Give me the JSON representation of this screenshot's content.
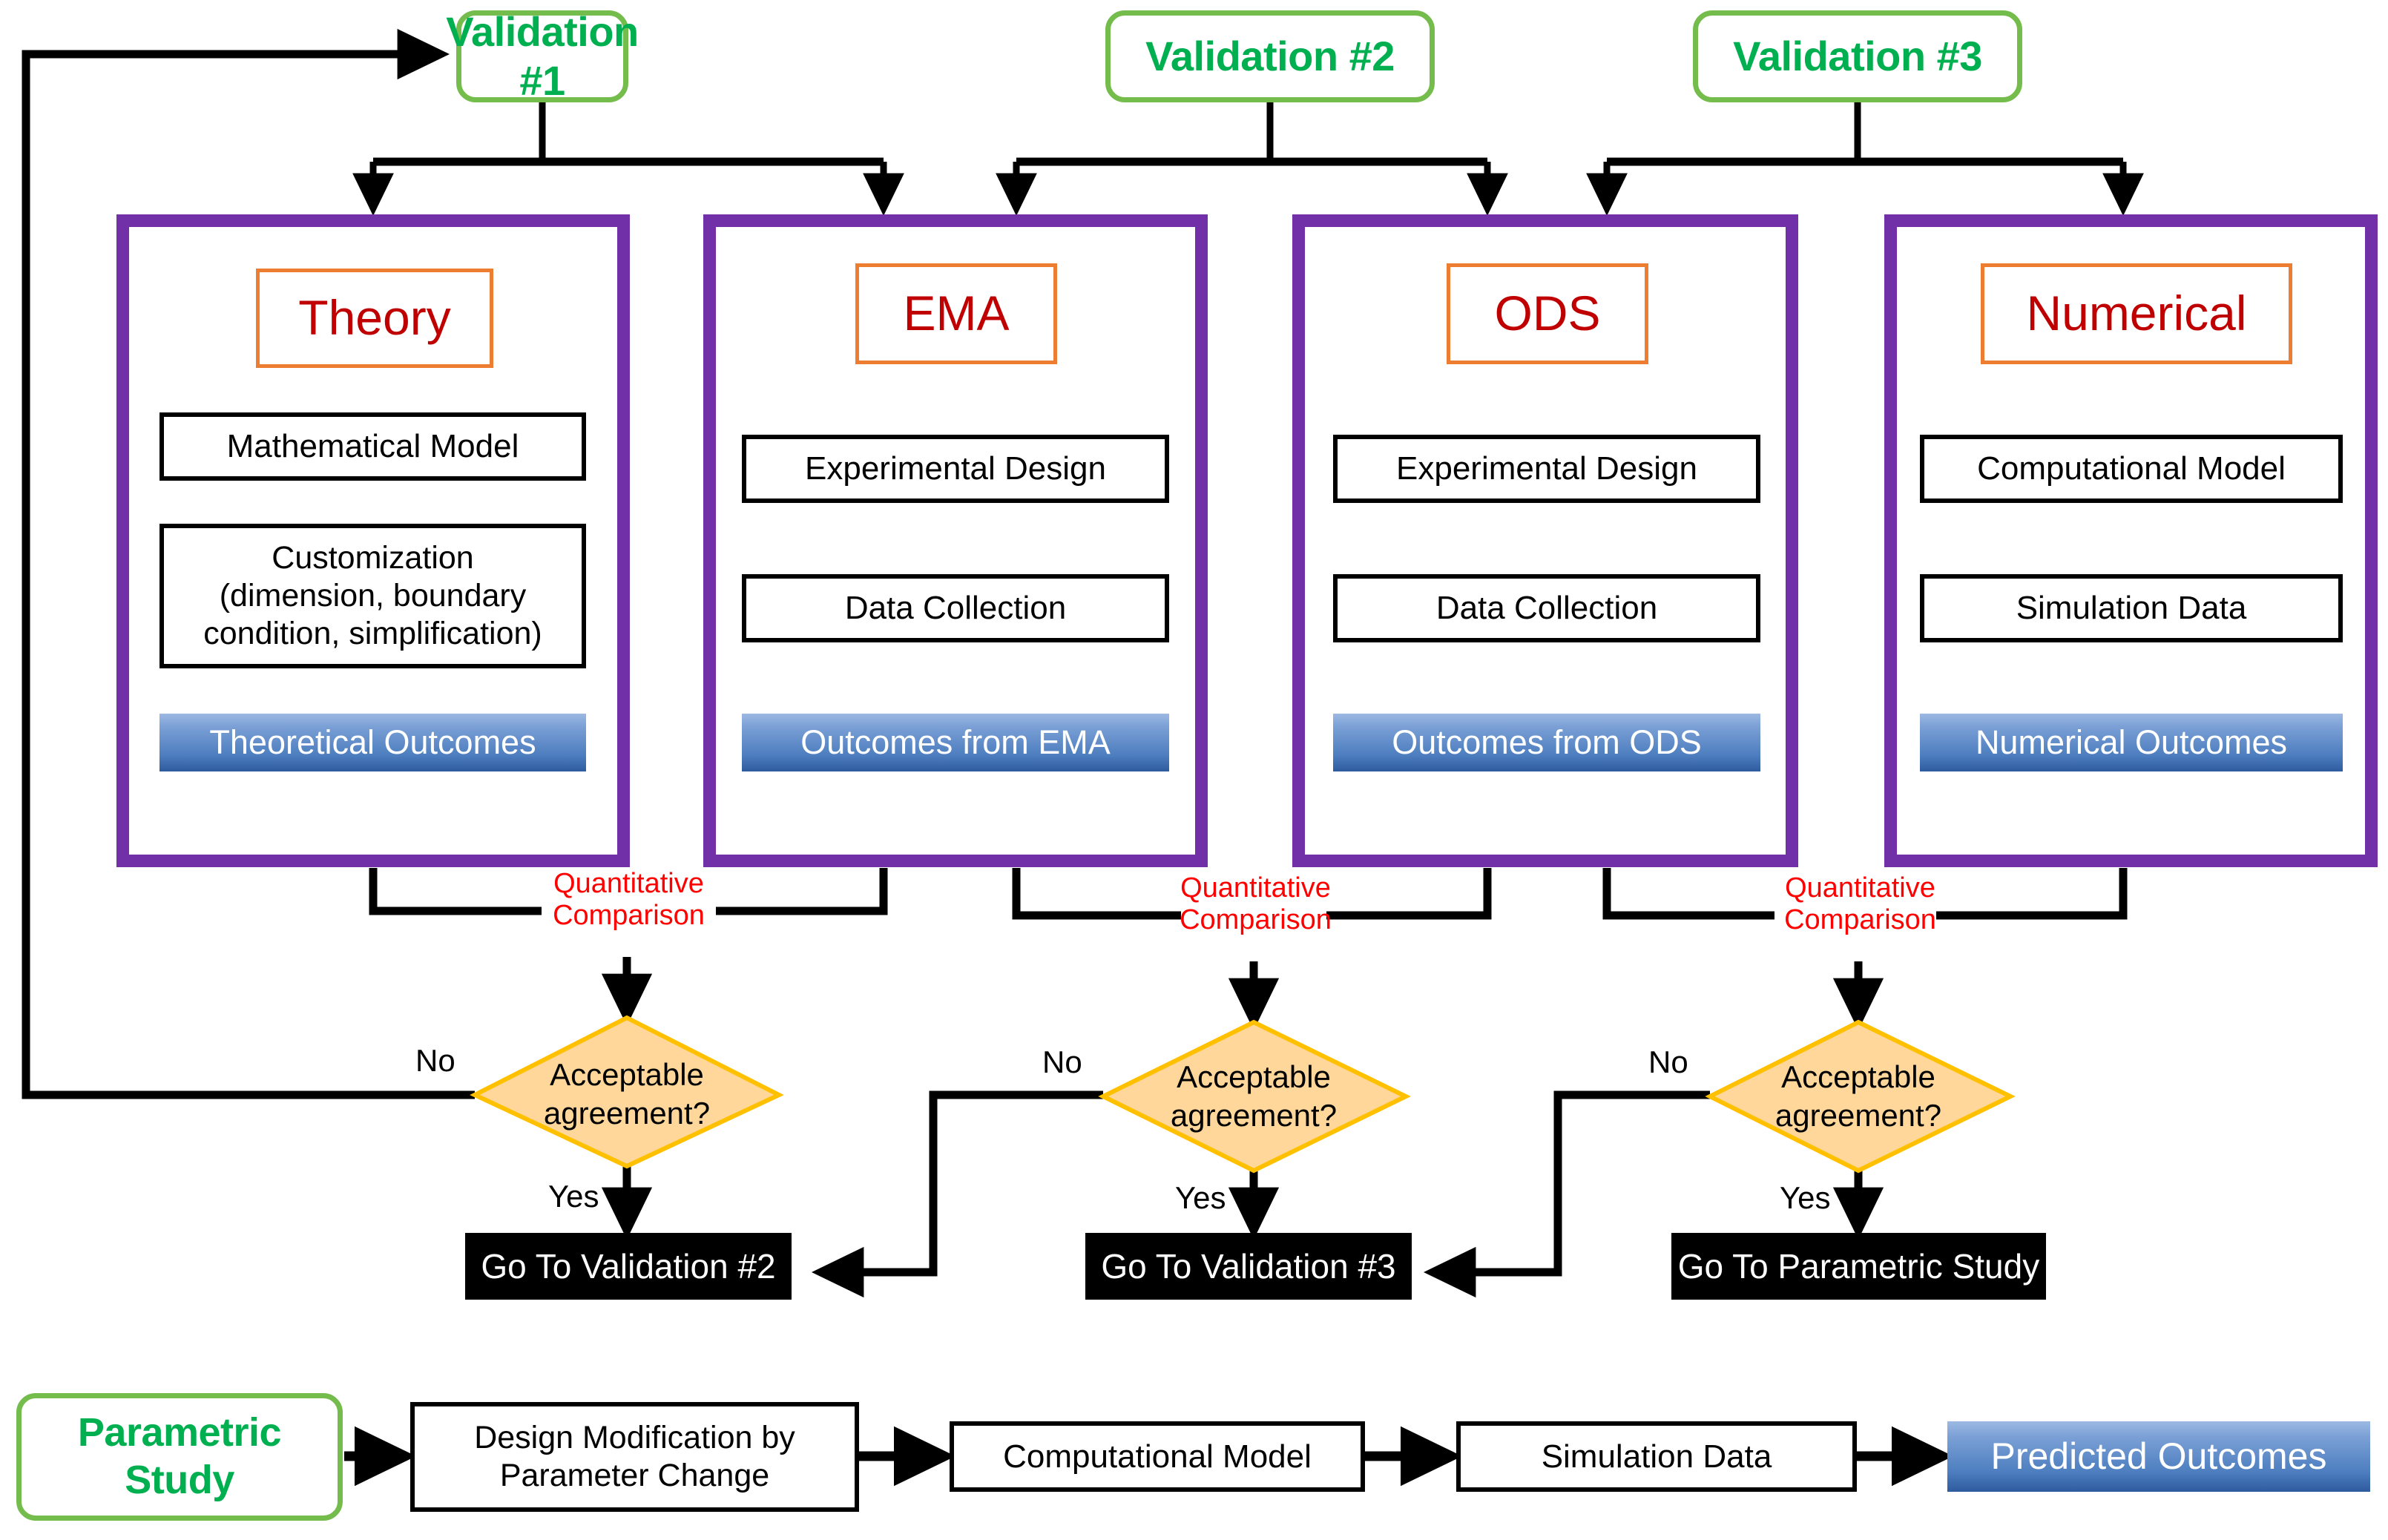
{
  "diagram": {
    "title": "Validation and Parametric Study Workflow",
    "colors": {
      "validation_green": "#00B050",
      "validation_border": "#74BC4B",
      "panel_purple": "#7230A8",
      "method_title_red": "#C00000",
      "method_title_border": "#ED7D31",
      "outcome_blue_light": "#9DB9E3",
      "outcome_blue_dark": "#2E5B9E",
      "decision_fill": "#FFD79A",
      "decision_border": "#FFC000",
      "terminal_black": "#000000",
      "comparison_red": "#FF0000",
      "line_black": "#000000"
    }
  },
  "validations": [
    {
      "label": "Validation #1"
    },
    {
      "label": "Validation #2"
    },
    {
      "label": "Validation #3"
    }
  ],
  "methods": [
    {
      "title": "Theory",
      "steps": [
        "Mathematical Model",
        "Customization\n(dimension, boundary\ncondition, simplification)"
      ],
      "outcome": "Theoretical Outcomes"
    },
    {
      "title": "EMA",
      "steps": [
        "Experimental Design",
        "Data Collection"
      ],
      "outcome": "Outcomes from EMA"
    },
    {
      "title": "ODS",
      "steps": [
        "Experimental Design",
        "Data Collection"
      ],
      "outcome": "Outcomes from ODS"
    },
    {
      "title": "Numerical",
      "steps": [
        "Computational Model",
        "Simulation Data"
      ],
      "outcome": "Numerical Outcomes"
    }
  ],
  "comparisons": [
    {
      "label": "Quantitative\nComparison"
    },
    {
      "label": "Quantitative\nComparison"
    },
    {
      "label": "Quantitative\nComparison"
    }
  ],
  "decisions": [
    {
      "question": "Acceptable\nagreement?",
      "no_label": "No",
      "yes_label": "Yes",
      "yes_target": "Go To Validation #2"
    },
    {
      "question": "Acceptable\nagreement?",
      "no_label": "No",
      "yes_label": "Yes",
      "yes_target": "Go To Validation #3"
    },
    {
      "question": "Acceptable\nagreement?",
      "no_label": "No",
      "yes_label": "Yes",
      "yes_target": "Go To Parametric Study"
    }
  ],
  "parametric": {
    "pill": "Parametric\nStudy",
    "steps": [
      "Design Modification by\nParameter Change",
      "Computational Model",
      "Simulation Data"
    ],
    "outcome": "Predicted Outcomes"
  }
}
